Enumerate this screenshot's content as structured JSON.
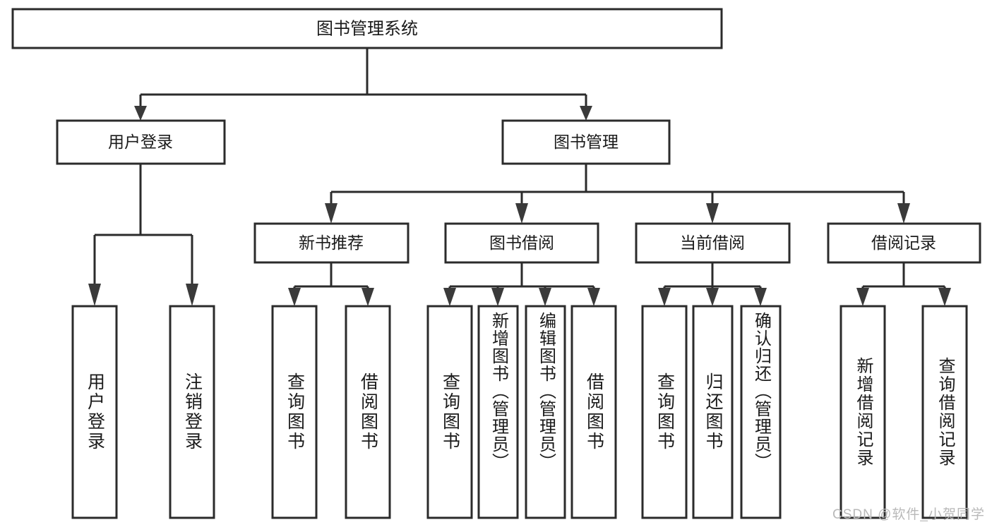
{
  "diagram": {
    "type": "tree-hierarchy",
    "title": "图书管理系统",
    "orientation": "top-down",
    "colors": {
      "background": "#ffffff",
      "box_stroke": "#2b2b2b",
      "box_fill": "#ffffff",
      "connector": "#2b2b2b",
      "arrow_fill": "#3a3a3a",
      "text": "#1a1a1a",
      "watermark": "#b9b9b9"
    },
    "root": {
      "label": "图书管理系统"
    },
    "level1": [
      {
        "label": "用户登录"
      },
      {
        "label": "图书管理"
      }
    ],
    "level2": [
      {
        "label": "新书推荐"
      },
      {
        "label": "图书借阅"
      },
      {
        "label": "当前借阅"
      },
      {
        "label": "借阅记录"
      }
    ],
    "leaves": {
      "user_login": [
        {
          "label": "用户登录"
        },
        {
          "label": "注销登录"
        }
      ],
      "new_book_recommend": [
        {
          "label": "查询图书"
        },
        {
          "label": "借阅图书"
        }
      ],
      "book_borrow": [
        {
          "label": "查询图书"
        },
        {
          "label": "新增图书（管理员）"
        },
        {
          "label": "编辑图书（管理员）"
        },
        {
          "label": "借阅图书"
        }
      ],
      "current_borrow": [
        {
          "label": "查询图书"
        },
        {
          "label": "归还图书"
        },
        {
          "label": "确认归还（管理员）"
        }
      ],
      "borrow_record": [
        {
          "label": "新增借阅记录"
        },
        {
          "label": "查询借阅记录"
        }
      ]
    }
  },
  "watermark": {
    "text": "CSDN @软件_小贺同学"
  }
}
